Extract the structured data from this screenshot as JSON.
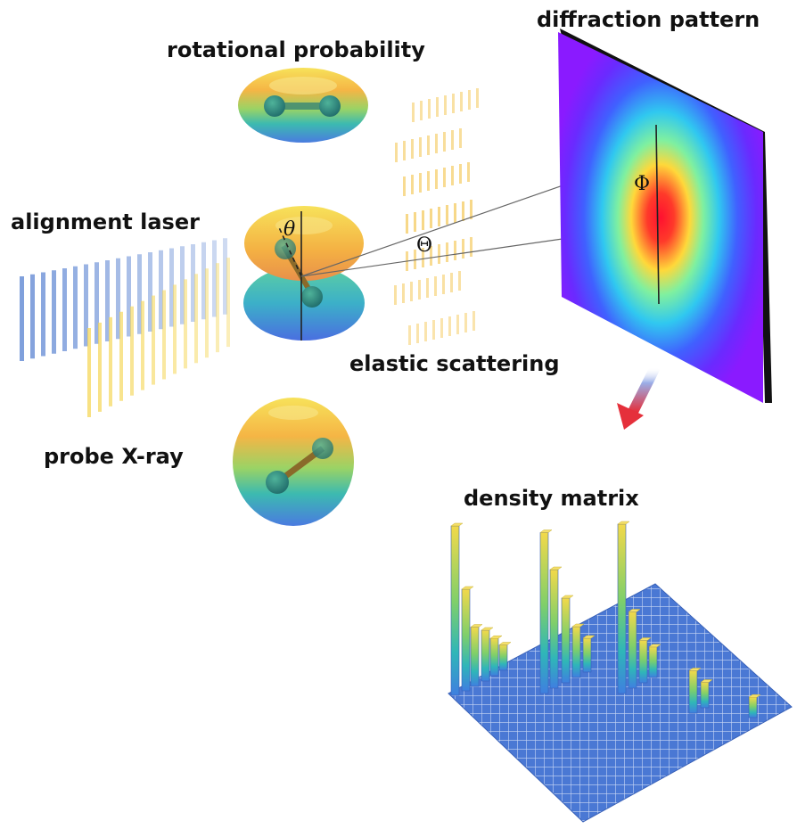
{
  "labels": {
    "rotational_probability": "rotational probability",
    "alignment_laser": "alignment laser",
    "probe_xray": "probe X-ray",
    "elastic_scattering": "elastic scattering",
    "diffraction_pattern": "diffraction pattern",
    "density_matrix": "density matrix"
  },
  "symbols": {
    "theta": "θ",
    "big_theta": "Θ",
    "phi": "Φ"
  },
  "colors": {
    "laser_wave": "#6a8fd6",
    "xray_wave": "#f5d75a",
    "scattered_wave": "#f3c34a",
    "arrow": "#e5303b",
    "density_base": "#4a78d4",
    "screen_edge": "#111111"
  },
  "density_matrix": {
    "peak_heights": [
      1.0,
      0.6,
      0.35,
      0.3,
      0.22,
      0.15,
      0.95,
      0.7,
      0.5,
      0.3,
      0.2,
      1.0,
      0.45,
      0.25,
      0.18,
      0.25,
      0.15,
      0.12
    ]
  }
}
